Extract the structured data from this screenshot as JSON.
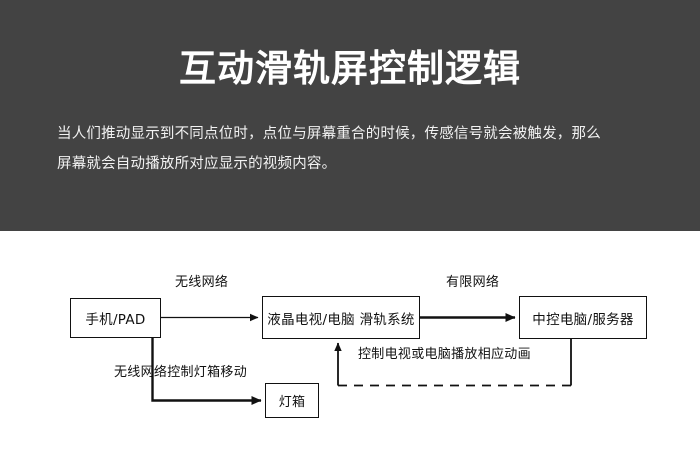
{
  "header": {
    "title": "互动滑轨屏控制逻辑",
    "subtitle_lines": [
      "当人们推动显示到不同点位时，点位与屏幕重合的时候，传感信号就会被触发，那么",
      "屏幕就会自动播放所对应显示的视频内容。"
    ],
    "background_color": "#434343",
    "title_color": "#ffffff",
    "subtitle_color": "#f2f2f2"
  },
  "diagram": {
    "background_color": "#ffffff",
    "line_color": "#111111",
    "nodes": [
      {
        "id": "phone",
        "label": "手机/PAD"
      },
      {
        "id": "screen",
        "label": "液晶电视/电脑 滑轨系统"
      },
      {
        "id": "server",
        "label": "中控电脑/服务器"
      },
      {
        "id": "lightbox",
        "label": "灯箱"
      }
    ],
    "edges": [
      {
        "id": "phone-to-screen",
        "label": "无线网络",
        "style": "solid-arrow-thin"
      },
      {
        "id": "screen-to-server",
        "label": "有限网络",
        "style": "solid-arrow-thick"
      },
      {
        "id": "phone-to-lightbox",
        "label": "无线网络控制灯箱移动",
        "style": "solid-arrow-thick"
      },
      {
        "id": "server-to-screen",
        "label": "控制电视或电脑播放相应动画",
        "style": "dashed-feedback-arrow"
      }
    ]
  }
}
